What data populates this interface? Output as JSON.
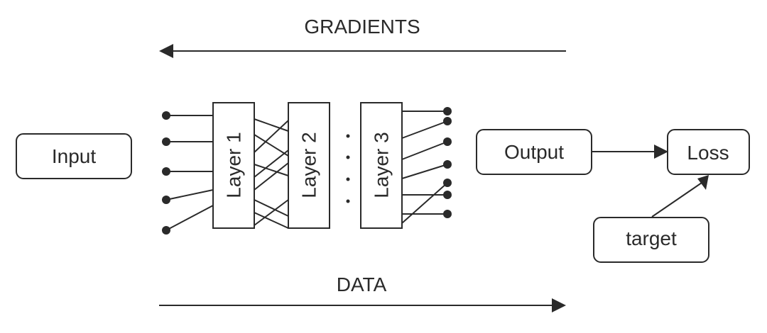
{
  "labels": {
    "gradients": "GRADIENTS",
    "data": "DATA",
    "input": "Input",
    "layer1": "Layer 1",
    "layer2": "Layer 2",
    "layer3": "Layer 3",
    "output": "Output",
    "loss": "Loss",
    "target": "target"
  },
  "colors": {
    "stroke": "#2a2a2a",
    "background": "#ffffff"
  }
}
